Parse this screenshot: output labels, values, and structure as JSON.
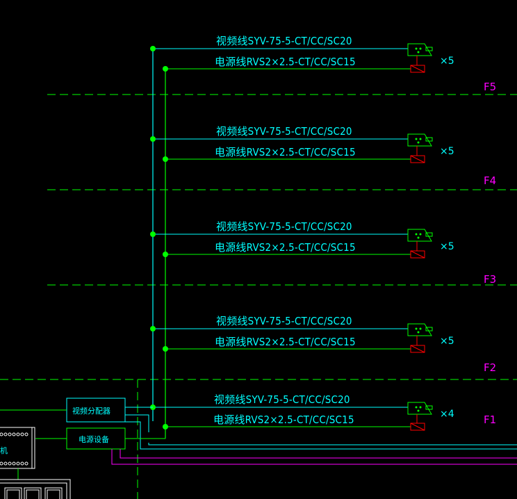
{
  "diagram": {
    "colors": {
      "background": "#000000",
      "video_line": "#00ffff",
      "power_line": "#00ff00",
      "floor_line": "#00ff00",
      "floor_label": "#ff00ff",
      "outlet": "#00ff00",
      "power_socket": "#ff0000",
      "equipment": "#ffffff",
      "extra_line": "#ff00ff"
    },
    "floors": [
      {
        "id": "F5",
        "label": "F5",
        "video_cable": "视频线SYV-75-5-CT/CC/SC20",
        "power_cable": "电源线RVS2×2.5-CT/CC/SC15",
        "count": "×5"
      },
      {
        "id": "F4",
        "label": "F4",
        "video_cable": "视频线SYV-75-5-CT/CC/SC20",
        "power_cable": "电源线RVS2×2.5-CT/CC/SC15",
        "count": "×5"
      },
      {
        "id": "F3",
        "label": "F3",
        "video_cable": "视频线SYV-75-5-CT/CC/SC20",
        "power_cable": "电源线RVS2×2.5-CT/CC/SC15",
        "count": "×5"
      },
      {
        "id": "F2",
        "label": "F2",
        "video_cable": "视频线SYV-75-5-CT/CC/SC20",
        "power_cable": "电源线RVS2×2.5-CT/CC/SC15",
        "count": "×5"
      },
      {
        "id": "F1",
        "label": "F1",
        "video_cable": "视频线SYV-75-5-CT/CC/SC20",
        "power_cable": "电源线RVS2×2.5-CT/CC/SC15",
        "count": "×4"
      }
    ],
    "equipment": {
      "video_distributor": "视频分配器",
      "power_device": "电源设备",
      "host_label": "机"
    }
  }
}
